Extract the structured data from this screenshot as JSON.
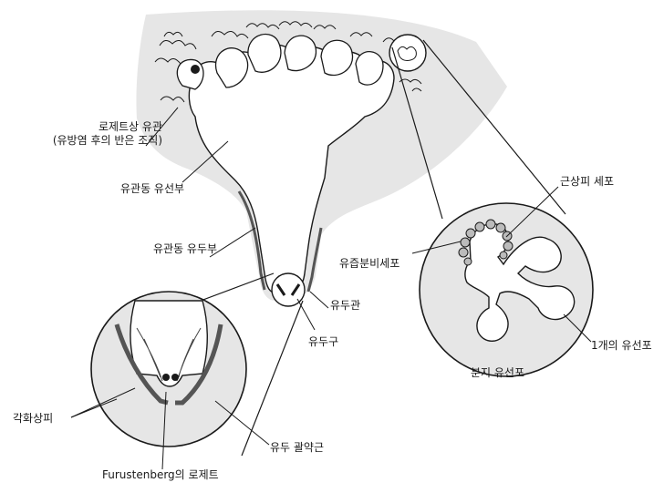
{
  "labels": {
    "rosette_duct_line1": "로제트상 유관",
    "rosette_duct_line2": "(유방염 후의 반은 조직)",
    "lactiferous_sinus_gland": "유관동 유선부",
    "lactiferous_sinus_teat": "유관동 유두부",
    "secretory_cell": "유즙분비세포",
    "myoepithelial_cell": "근상피 세포",
    "teat_canal": "유두관",
    "teat_orifice": "유두구",
    "single_alveolus": "1개의 유선포",
    "branched_alveoli": "분지 유선포",
    "keratinized_epithelium": "각화상피",
    "teat_sphincter": "유두 괄약근",
    "furstenberg_rosette": "Furustenberg의 로제트"
  },
  "colors": {
    "tissue_fill": "#e6e6e6",
    "line": "#1a1a1a",
    "muscle_dark": "#555555"
  }
}
